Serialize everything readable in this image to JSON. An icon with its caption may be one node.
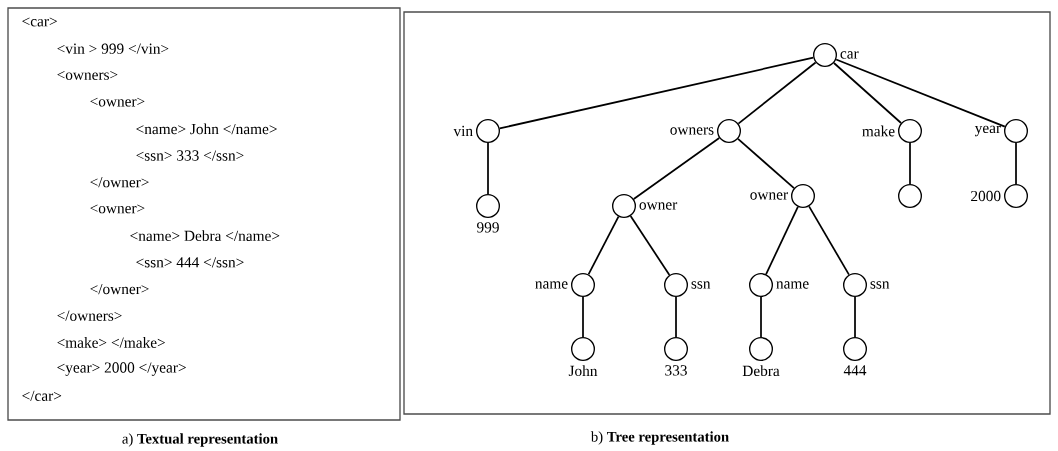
{
  "diagram": {
    "nodes": [
      {
        "text": [
          "<car>",
          "<vin > 999 </vin>",
          "<owners>",
          "<owner>",
          "<name> John </name>",
          "<ssn> 333 </ssn>",
          "</owner>",
          "<owner>",
          "<name> Debra </name>",
          "<ssn> 444 </ssn>",
          "</owner>",
          "</owners>",
          "<make> </make>",
          "<year> 2000 </year>",
          "</car>"
        ],
        "beside": [
          "a) **Textual representation**"
        ]
      },
      {
        "text": [],
        "shape": "box",
        "beside": [
          "b) **Tree representation**"
        ]
      },
      {
        "text": [],
        "shape": "circle",
        "in": 1,
        "beside": [
          "car"
        ]
      },
      {
        "text": [],
        "shape": "circle",
        "in": 1,
        "beside": [
          "vin"
        ]
      },
      {
        "text": [],
        "shape": "circle",
        "in": 1,
        "beside": [
          "owners"
        ]
      },
      {
        "text": [],
        "shape": "circle",
        "in": 1,
        "beside": [
          "make"
        ]
      },
      {
        "text": [],
        "shape": "circle",
        "in": 1,
        "beside": [
          "year"
        ]
      },
      {
        "text": [],
        "shape": "circle",
        "in": 1,
        "beside": [
          "999"
        ]
      },
      {
        "text": [],
        "shape": "circle",
        "in": 1,
        "beside": [
          "owner"
        ]
      },
      {
        "text": [],
        "shape": "circle",
        "in": 1,
        "beside": [
          "owner"
        ]
      },
      {
        "text": [],
        "shape": "circle",
        "in": 1
      },
      {
        "text": [],
        "shape": "circle",
        "in": 1,
        "beside": [
          "2000"
        ]
      },
      {
        "text": [],
        "shape": "circle",
        "in": 1,
        "beside": [
          "name"
        ]
      },
      {
        "text": [],
        "shape": "circle",
        "in": 1,
        "beside": [
          "ssn"
        ]
      },
      {
        "text": [],
        "shape": "circle",
        "in": 1,
        "beside": [
          "name"
        ]
      },
      {
        "text": [],
        "shape": "circle",
        "in": 1,
        "beside": [
          "ssn"
        ]
      },
      {
        "text": [],
        "shape": "circle",
        "in": 1,
        "beside": [
          "John"
        ]
      },
      {
        "text": [],
        "shape": "circle",
        "in": 1,
        "beside": [
          "333"
        ]
      },
      {
        "text": [],
        "shape": "circle",
        "in": 1,
        "beside": [
          "Debra"
        ]
      },
      {
        "text": [],
        "shape": "circle",
        "in": 1,
        "beside": [
          "444"
        ]
      }
    ],
    "edges": [
      {
        "from": 2,
        "to": 3,
        "arrow": "none"
      },
      {
        "from": 2,
        "to": 4,
        "arrow": "none"
      },
      {
        "from": 2,
        "to": 5,
        "arrow": "none"
      },
      {
        "from": 2,
        "to": 6,
        "arrow": "none"
      },
      {
        "from": 3,
        "to": 7,
        "arrow": "none"
      },
      {
        "from": 4,
        "to": 8,
        "arrow": "none"
      },
      {
        "from": 4,
        "to": 9,
        "arrow": "none"
      },
      {
        "from": 5,
        "to": 10,
        "arrow": "none"
      },
      {
        "from": 6,
        "to": 11,
        "arrow": "none"
      },
      {
        "from": 8,
        "to": 12,
        "arrow": "none"
      },
      {
        "from": 8,
        "to": 13,
        "arrow": "none"
      },
      {
        "from": 9,
        "to": 14,
        "arrow": "none"
      },
      {
        "from": 9,
        "to": 15,
        "arrow": "none"
      },
      {
        "from": 12,
        "to": 16,
        "arrow": "none"
      },
      {
        "from": 13,
        "to": 17,
        "arrow": "none"
      },
      {
        "from": 14,
        "to": 18,
        "arrow": "none"
      },
      {
        "from": 15,
        "to": 19,
        "arrow": "none"
      }
    ]
  }
}
